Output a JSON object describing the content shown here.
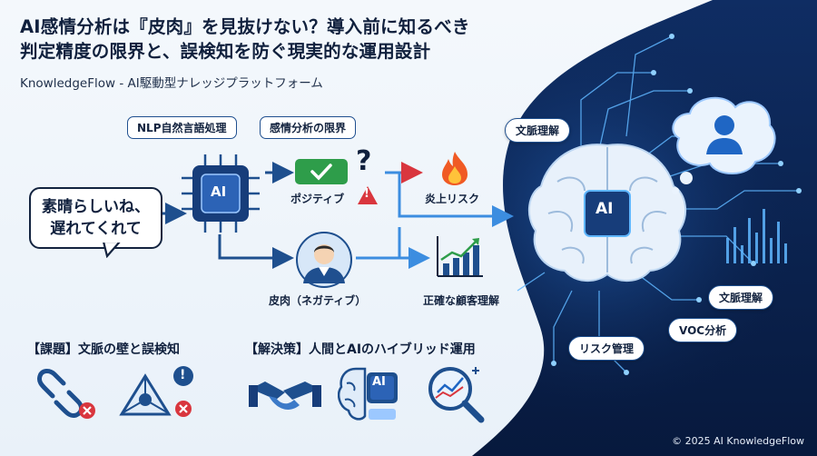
{
  "header": {
    "title_line1": "AI感情分析は『皮肉』を見抜けない？導入前に知るべき",
    "title_line2": "判定精度の限界と、誤検知を防ぐ現実的な運用設計",
    "subtitle": "KnowledgeFlow - AI駆動型ナレッジプラットフォーム"
  },
  "flow": {
    "input_bubble_line1": "素晴らしいね、",
    "input_bubble_line2": "遅れてくれて",
    "nlp_tag": "NLP自然言語処理",
    "limit_tag": "感情分析の限界",
    "chip_text": "AI",
    "positive_label": "ポジティブ",
    "question_mark": "?",
    "warning_mark": "!",
    "risk_label": "炎上リスク",
    "sarcasm_label": "皮肉（ネガティブ）",
    "understanding_label": "正確な顧客理解"
  },
  "brain": {
    "chip_text": "AI",
    "pill_context_top": "文脈理解",
    "pill_context_right": "文脈理解",
    "pill_voc": "VOC分析",
    "pill_risk": "リスク管理"
  },
  "sections": {
    "problem_heading": "【課題】文脈の壁と誤検知",
    "solution_heading": "【解決策】人間とAIのハイブリッド運用",
    "solution_chip_text": "AI",
    "alert_mark": "!"
  },
  "footer": {
    "copyright": "© 2025 AI KnowledgeFlow"
  },
  "colors": {
    "navy": "#0d2a5c",
    "blue": "#1f66c4",
    "accent_red": "#d9363e",
    "green": "#2e9d4a",
    "cyan": "#5fb6ff"
  },
  "icons": [
    "speech-bubble-icon",
    "ai-chip-icon",
    "checkmark-icon",
    "question-icon",
    "warning-icon",
    "flame-icon",
    "person-icon",
    "growth-chart-icon",
    "brain-icon",
    "profile-icon",
    "broken-link-icon",
    "alert-network-icon",
    "handshake-icon",
    "ai-brain-icon",
    "analysis-magnifier-icon"
  ]
}
